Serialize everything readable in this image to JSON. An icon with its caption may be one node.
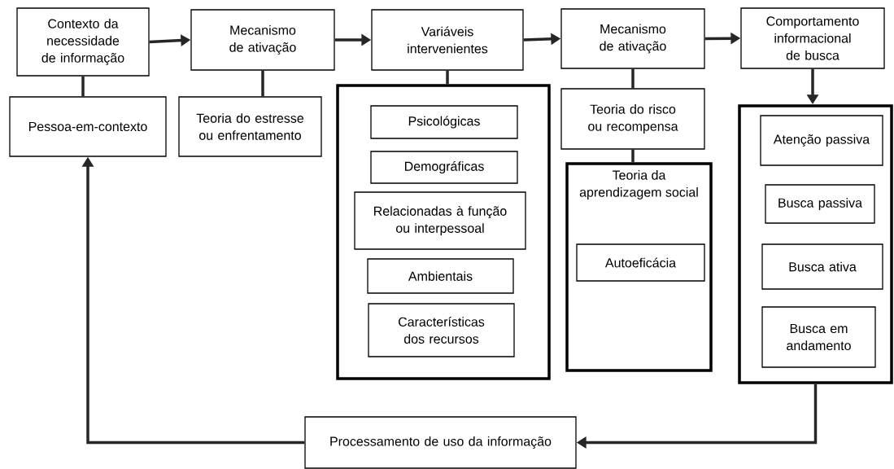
{
  "diagram": {
    "nodes": [
      {
        "text": [
          "Contexto da necessidade de informação"
        ]
      },
      {
        "text": [
          "Mecanismo de ativação"
        ]
      },
      {
        "text": [
          "Variáveis intervenientes"
        ]
      },
      {
        "text": [
          "Mecanismo de ativação"
        ]
      },
      {
        "text": [
          "Comportamento informacional de busca"
        ]
      },
      {
        "text": [
          "Pessoa-em-contexto"
        ]
      },
      {
        "text": [
          "Teoria do estresse ou enfrentamento"
        ]
      },
      {
        "text": [],
        "shape": "box"
      },
      {
        "text": [
          "Psicológicas"
        ],
        "in": 7
      },
      {
        "text": [
          "Demográficas"
        ],
        "in": 7
      },
      {
        "text": [
          "Relacionadas à função ou interpessoal"
        ],
        "in": 7
      },
      {
        "text": [
          "Ambientais"
        ],
        "in": 7
      },
      {
        "text": [
          "Características dos recursos"
        ],
        "in": 7
      },
      {
        "text": [
          "Teoria do risco ou recompensa"
        ]
      },
      {
        "text": [
          "Teoria da aprendizagem social"
        ]
      },
      {
        "text": [
          "Autoeficácia"
        ],
        "in": 14
      },
      {
        "text": [],
        "shape": "box"
      },
      {
        "text": [
          "Atenção passiva"
        ],
        "in": 16
      },
      {
        "text": [
          "Busca passiva"
        ],
        "in": 16
      },
      {
        "text": [
          "Busca ativa"
        ],
        "in": 16
      },
      {
        "text": [
          "Busca em andamento"
        ],
        "in": 16
      },
      {
        "text": [
          "Processamento de uso da informação"
        ]
      }
    ],
    "edges": [
      {
        "from": 0,
        "to": 1,
        "arrow": "to"
      },
      {
        "from": 1,
        "to": 2,
        "arrow": "to"
      },
      {
        "from": 2,
        "to": 3,
        "arrow": "to"
      },
      {
        "from": 3,
        "to": 4,
        "arrow": "to"
      },
      {
        "from": 4,
        "to": 16,
        "arrow": "to"
      },
      {
        "from": 0,
        "to": 5,
        "arrow": "none"
      },
      {
        "from": 1,
        "to": 6,
        "arrow": "none"
      },
      {
        "from": 2,
        "to": 7,
        "arrow": "none"
      },
      {
        "from": 3,
        "to": 13,
        "arrow": "none"
      },
      {
        "from": 13,
        "to": 14,
        "arrow": "none"
      },
      {
        "from": 16,
        "to": 21,
        "arrow": "to"
      },
      {
        "from": 21,
        "to": 5,
        "arrow": "to"
      }
    ]
  }
}
